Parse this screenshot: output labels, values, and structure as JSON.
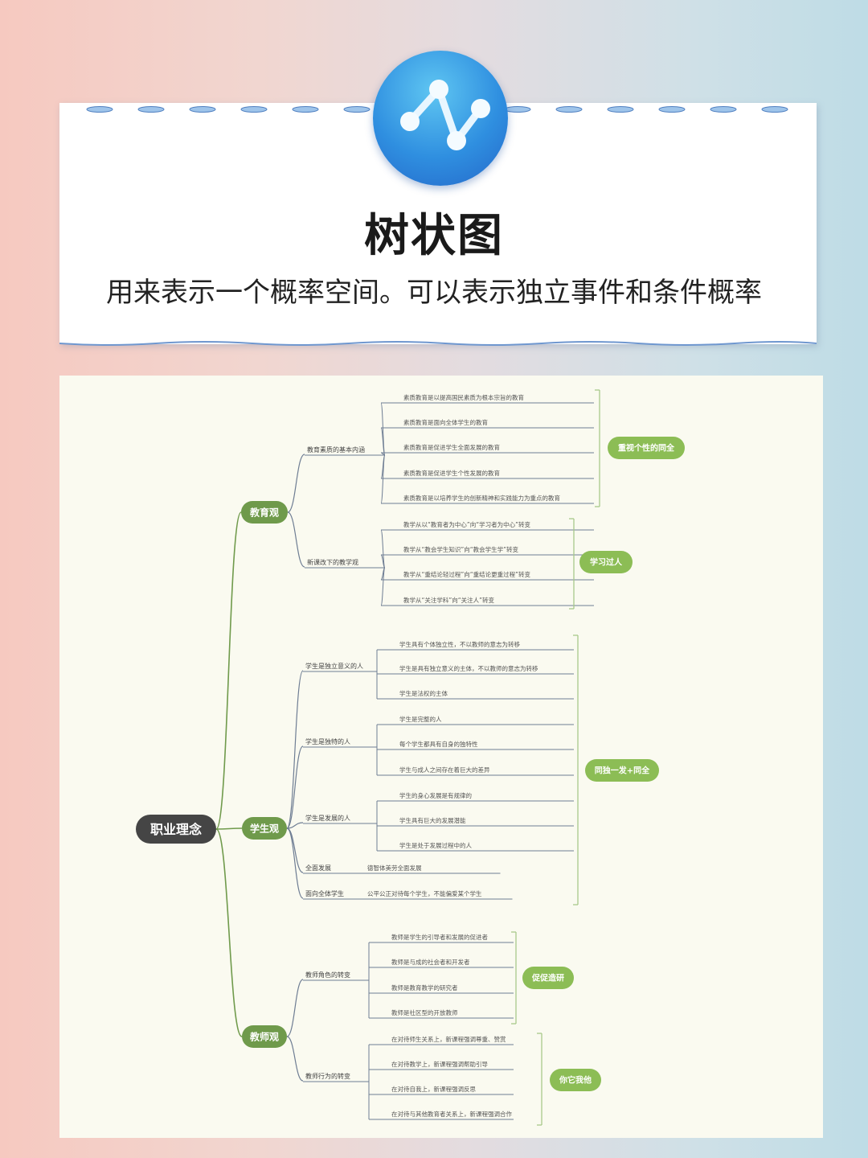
{
  "header": {
    "title": "树状图",
    "subtitle": "用来表示一个概率空间。可以表示独立事件和条件概率",
    "logo_icon": "line-chart-nodes-icon"
  },
  "colors": {
    "root_node": "#454545",
    "branch_node": "#6f9a4b",
    "summary_node": "#8cbd55",
    "connector": "#6f9a4b",
    "leaf_line": "#6e7d93"
  },
  "mindmap": {
    "root": "职业理念",
    "branches": [
      {
        "label": "教育观",
        "groups": [
          {
            "label": "教育素质的基本内涵",
            "items": [
              "素质教育是以提高国民素质为根本宗旨的教育",
              "素质教育是面向全体学生的教育",
              "素质教育是促进学生全面发展的教育",
              "素质教育是促进学生个性发展的教育",
              "素质教育是以培养学生的创新精神和实践能力为重点的教育"
            ]
          },
          {
            "label": "新课改下的教学观",
            "items": [
              "教学从以“教育者为中心”向“学习者为中心”转变",
              "教学从“教会学生知识”向“教会学生学”转变",
              "教学从“重结论轻过程”向“重结论更重过程”转变",
              "教学从“关注学科”向“关注人”转变"
            ]
          }
        ],
        "summaries": [
          "重视个性的同全",
          "学习过人"
        ]
      },
      {
        "label": "学生观",
        "groups": [
          {
            "label": "学生是独立意义的人",
            "items": [
              "学生具有个体独立性，不以教师的意志为转移",
              "学生是具有独立意义的主体，不以教师的意志为转移",
              "学生是法权的主体"
            ]
          },
          {
            "label": "学生是独特的人",
            "items": [
              "学生是完整的人",
              "每个学生都具有自身的独特性",
              "学生与成人之间存在着巨大的差异"
            ]
          },
          {
            "label": "学生是发展的人",
            "items": [
              "学生的身心发展是有规律的",
              "学生具有巨大的发展潜能",
              "学生是处于发展过程中的人"
            ]
          },
          {
            "label": "全面发展",
            "items": [
              "德智体美劳全面发展"
            ]
          },
          {
            "label": "面向全体学生",
            "items": [
              "公平公正对待每个学生，不能偏爱某个学生"
            ]
          }
        ],
        "summaries": [
          "同独一发+同全"
        ]
      },
      {
        "label": "教师观",
        "groups": [
          {
            "label": "教师角色的转变",
            "items": [
              "教师是学生的引导者和发展的促进者",
              "教师是与成的社会者和开发者",
              "教师是教育教学的研究者",
              "教师是社区型的开放教师"
            ]
          },
          {
            "label": "教师行为的转变",
            "items": [
              "在对待师生关系上，新课程强调尊重、赞赏",
              "在对待教学上，新课程强调帮助引导",
              "在对待自我上，新课程强调反思",
              "在对待与其他教育者关系上，新课程强调合作"
            ]
          }
        ],
        "summaries": [
          "促促造研",
          "你它我他"
        ]
      }
    ]
  }
}
